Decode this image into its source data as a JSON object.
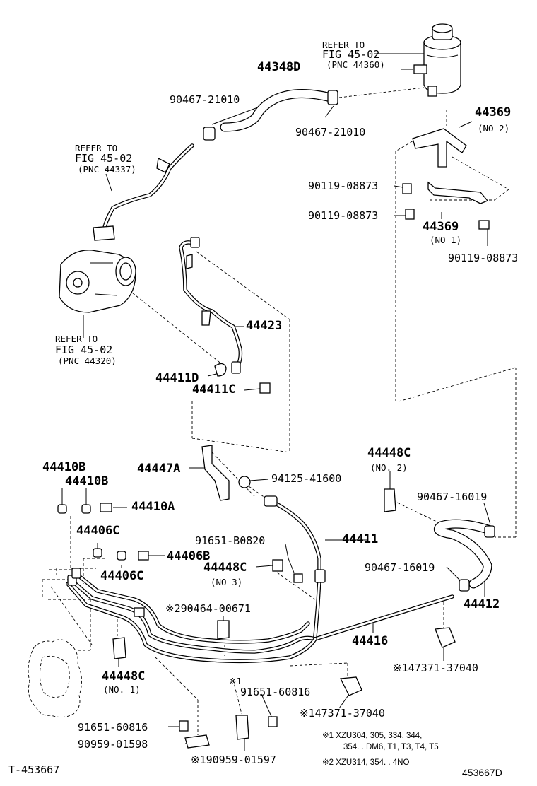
{
  "diagram": {
    "labels": {
      "refer_top_1": "REFER TO",
      "refer_top_2": "FIG 45-02",
      "refer_top_3": "(PNC 44360)",
      "p44348D": "44348D",
      "p90467_21010_a": "90467-21010",
      "p90467_21010_b": "90467-21010",
      "p44369_no2": "44369",
      "p44369_no2_sub": "(NO 2)",
      "refer_left_1": "REFER TO",
      "refer_left_2": "FIG 45-02",
      "refer_left_3": "(PNC 44337)",
      "p90119_a": "90119-08873",
      "p90119_b": "90119-08873",
      "p44369_no1": "44369",
      "p44369_no1_sub": "(NO 1)",
      "p90119_c": "90119-08873",
      "p44423": "44423",
      "refer_pump_1": "REFER TO",
      "refer_pump_2": "FIG 45-02",
      "refer_pump_3": "(PNC 44320)",
      "p44411D": "44411D",
      "p44411C": "44411C",
      "p44448C_no2": "44448C",
      "p44448C_no2_sub": "(NO. 2)",
      "p44410B_a": "44410B",
      "p44447A": "44447A",
      "p94125": "94125-41600",
      "p44410B_b": "44410B",
      "p90467_16019_a": "90467-16019",
      "p44410A": "44410A",
      "p44406C_a": "44406C",
      "p91651_B0820": "91651-B0820",
      "p44411": "44411",
      "p44406B": "44406B",
      "p44448C_no3": "44448C",
      "p44448C_no3_sub": "(NO 3)",
      "p90467_16019_b": "90467-16019",
      "p44406C_b": "44406C",
      "p44412": "44412",
      "p290464": "※290464-00671",
      "p44416": "44416",
      "p44448C_no1": "44448C",
      "p44448C_no1_sub": "(NO. 1)",
      "p147371_a": "※147371-37040",
      "p91651_60816_a_mark": "※1",
      "p91651_60816_a": "91651-60816",
      "p147371_b": "※147371-37040",
      "p91651_60816_b": "91651-60816",
      "p90959_01598": "90959-01598",
      "p190959": "※190959-01597",
      "note1_a": "※1  XZU304, 305, 334, 344,",
      "note1_b": "354. . DM6, T1, T3, T4, T5",
      "note2": "※2  XZU314, 354. . 4NO",
      "footer_left": "T-453667",
      "footer_right": "453667D"
    }
  }
}
